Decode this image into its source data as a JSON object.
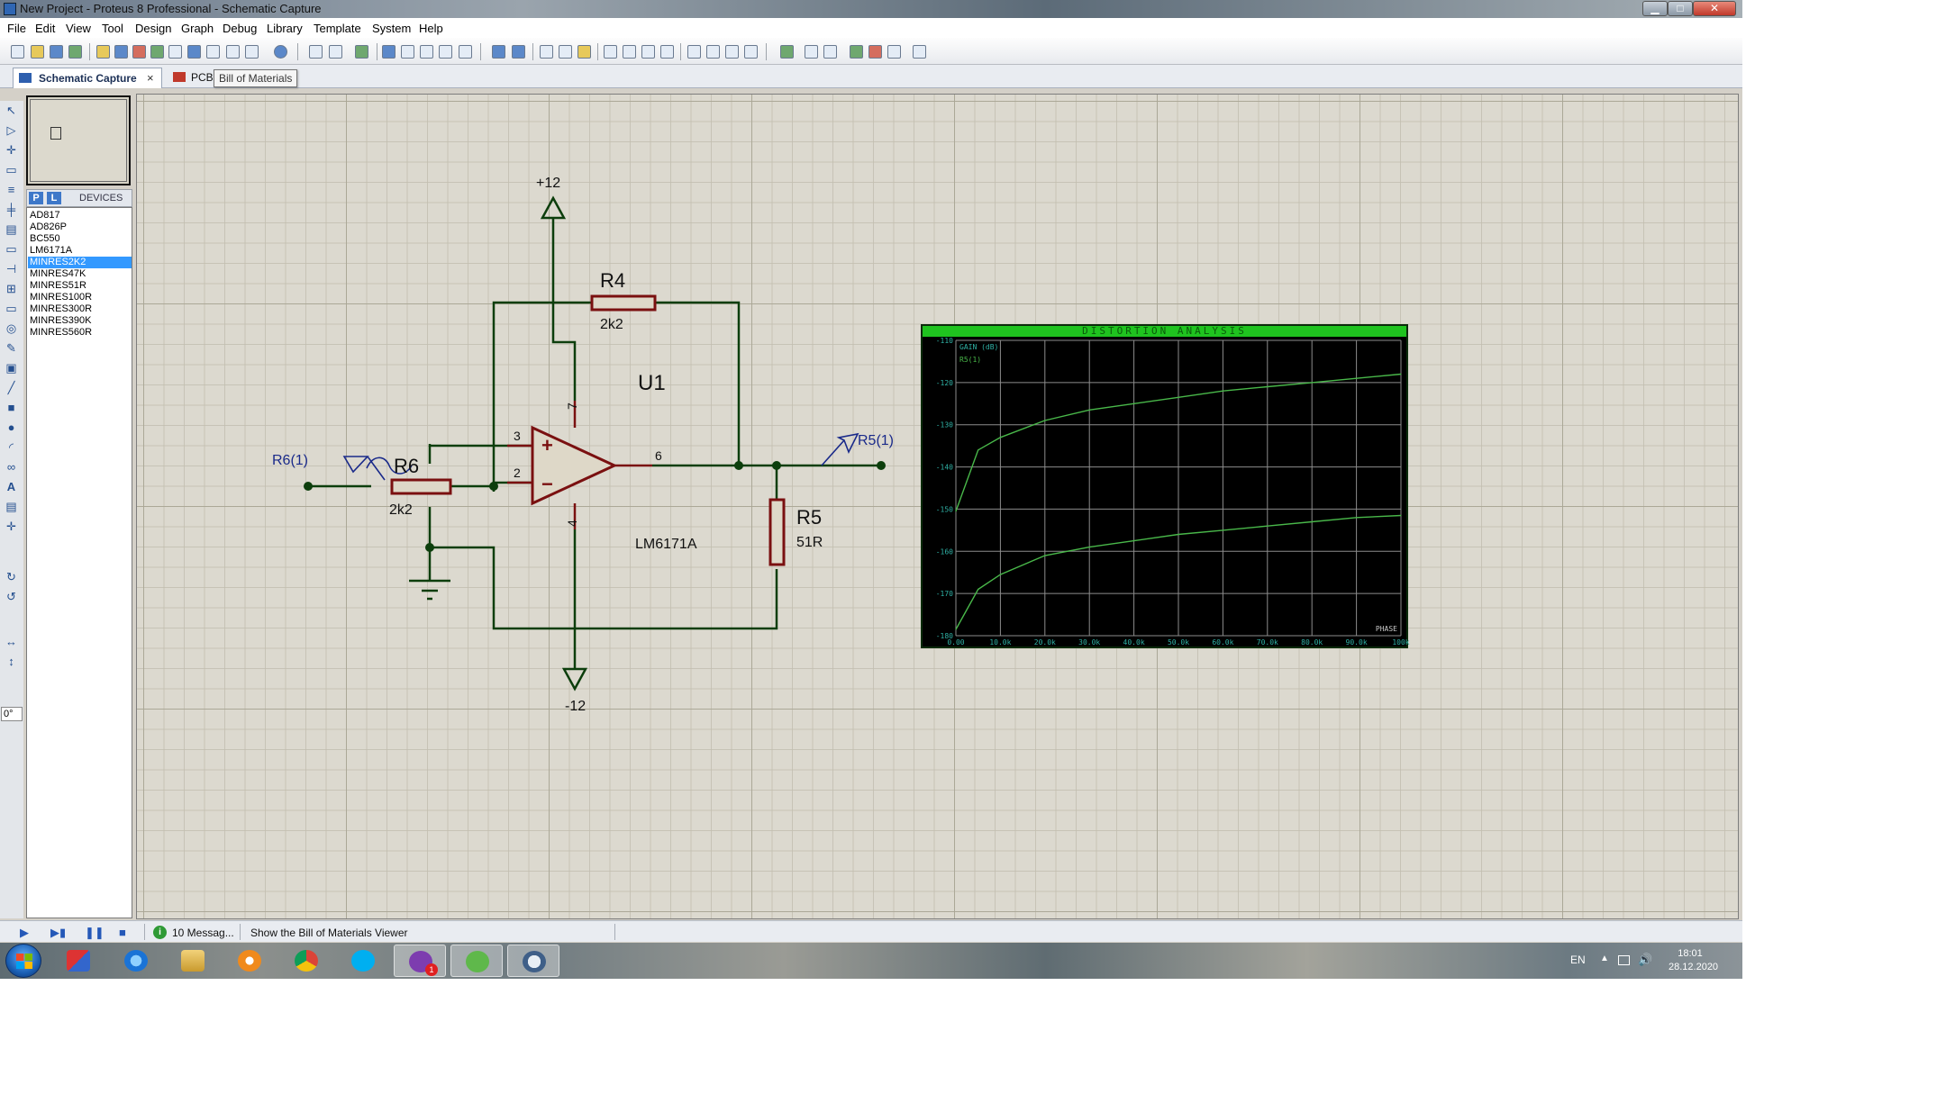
{
  "window": {
    "title": "New Project - Proteus 8 Professional - Schematic Capture",
    "minimize": "▁",
    "maximize": "□",
    "close": "✕"
  },
  "menu": [
    "File",
    "Edit",
    "View",
    "Tool",
    "Design",
    "Graph",
    "Debug",
    "Library",
    "Template",
    "System",
    "Help"
  ],
  "tabs": {
    "schematic": "Schematic Capture",
    "schematic_close": "×",
    "pcb": "PCB",
    "tooltip": "Bill of Materials"
  },
  "device_panel": {
    "p_button": "P",
    "l_button": "L",
    "header": "DEVICES",
    "items": [
      "AD817",
      "AD826P",
      "BC550",
      "LM6171A",
      "MINRES2K2",
      "MINRES47K",
      "MINRES51R",
      "MINRES100R",
      "MINRES300R",
      "MINRES390K",
      "MINRES560R"
    ],
    "selected_index": 4,
    "rotation_value": "0°"
  },
  "schematic": {
    "vcc_label": "+12",
    "vee_label": "-12",
    "r4": {
      "ref": "R4",
      "value": "2k2"
    },
    "r6": {
      "ref": "R6",
      "value": "2k2"
    },
    "r5": {
      "ref": "R5",
      "value": "51R"
    },
    "opamp": {
      "ref": "U1",
      "part": "LM6171A",
      "pin_noninv": "3",
      "pin_inv": "2",
      "pin_out": "6",
      "pin_vplus": "7",
      "pin_vminus": "4",
      "plus_sign": "+",
      "minus_sign": "−"
    },
    "generator_label": "R6(1)",
    "probe_label": "R5(1)"
  },
  "graph": {
    "title": "DISTORTION ANALYSIS",
    "trace_label": "R5(1)",
    "left_axis_label": "GAIN (dB)",
    "right_axis_label": "PHASE",
    "y_ticks": [
      "-110",
      "-120",
      "-130",
      "-140",
      "-150",
      "-160",
      "-170",
      "-180"
    ],
    "x_ticks": [
      "0.00",
      "10.0k",
      "20.0k",
      "30.0k",
      "40.0k",
      "50.0k",
      "60.0k",
      "70.0k",
      "80.0k",
      "90.0k",
      "100k"
    ],
    "colors": {
      "background": "#000000",
      "grid": "#8c8c8c",
      "trace": "#49b84a",
      "title_bar": "#1fc31f",
      "axis_text": "#2fb2a6"
    }
  },
  "chart_data": {
    "type": "line",
    "title": "DISTORTION ANALYSIS",
    "xlabel": "",
    "ylabel": "GAIN (dB)",
    "y2label": "PHASE",
    "xlim": [
      0,
      100000
    ],
    "ylim": [
      -180,
      -110
    ],
    "grid": true,
    "legend": "top-left",
    "series": [
      {
        "name": "R5(1)",
        "x": [
          0,
          5000,
          10000,
          20000,
          30000,
          40000,
          50000,
          60000,
          70000,
          80000,
          90000,
          100000
        ],
        "values": [
          -150.5,
          -136,
          -133,
          -129,
          -126.5,
          -125,
          -123.5,
          -122,
          -121,
          -120,
          -119,
          -118
        ]
      },
      {
        "x": [
          0,
          5000,
          10000,
          20000,
          30000,
          40000,
          50000,
          60000,
          70000,
          80000,
          90000,
          100000
        ],
        "values": [
          -178.5,
          -169,
          -165.5,
          -161,
          -159,
          -157.5,
          -156,
          -155,
          -154,
          -153,
          -152,
          -151.5
        ]
      }
    ]
  },
  "status": {
    "play": "▶",
    "step": "▶▮",
    "pause": "❚❚",
    "stop": "■",
    "messages_icon": "i",
    "messages": "10 Messag...",
    "text": "Show the Bill of Materials Viewer"
  },
  "taskbar": {
    "language": "EN",
    "tray_arrow": "▲",
    "volume": "🔊",
    "time": "18:01",
    "date": "28.12.2020",
    "viber_badge": "1"
  }
}
